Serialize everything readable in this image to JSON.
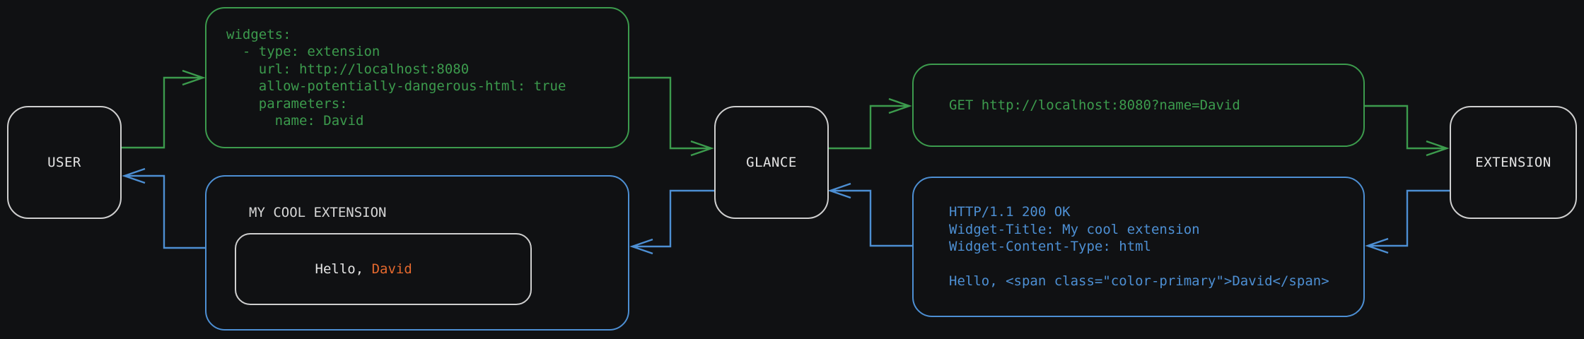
{
  "colors": {
    "background": "#101113",
    "green": "#3c9b4d",
    "blue": "#4d8fd3",
    "orange": "#e5692e",
    "node_border": "#cfcfcf",
    "text_light": "#e4e4e4",
    "title_text": "#d6d6d6"
  },
  "nodes": {
    "user": {
      "label": "USER"
    },
    "glance": {
      "label": "GLANCE"
    },
    "extension": {
      "label": "EXTENSION"
    }
  },
  "config_box": {
    "lines": [
      "widgets:",
      "  - type: extension",
      "    url: http://localhost:8080",
      "    allow-potentially-dangerous-html: true",
      "    parameters:",
      "      name: David"
    ]
  },
  "request_box": {
    "lines": [
      "GET http://localhost:8080?name=David"
    ]
  },
  "response_box": {
    "lines": [
      "HTTP/1.1 200 OK",
      "Widget-Title: My cool extension",
      "Widget-Content-Type: html",
      "",
      "Hello, <span class=\"color-primary\">David</span>"
    ]
  },
  "widget_box": {
    "title": "MY COOL EXTENSION",
    "hello_prefix": "Hello, ",
    "hello_name": "David"
  },
  "flows": [
    {
      "from": "user",
      "to": "config-box",
      "color": "green"
    },
    {
      "from": "config-box",
      "to": "glance",
      "color": "green"
    },
    {
      "from": "glance",
      "to": "request-box",
      "color": "green"
    },
    {
      "from": "request-box",
      "to": "extension",
      "color": "green"
    },
    {
      "from": "extension",
      "to": "response-box",
      "color": "blue"
    },
    {
      "from": "response-box",
      "to": "glance",
      "color": "blue"
    },
    {
      "from": "glance",
      "to": "widget-box",
      "color": "blue"
    },
    {
      "from": "widget-box",
      "to": "user",
      "color": "blue"
    }
  ]
}
